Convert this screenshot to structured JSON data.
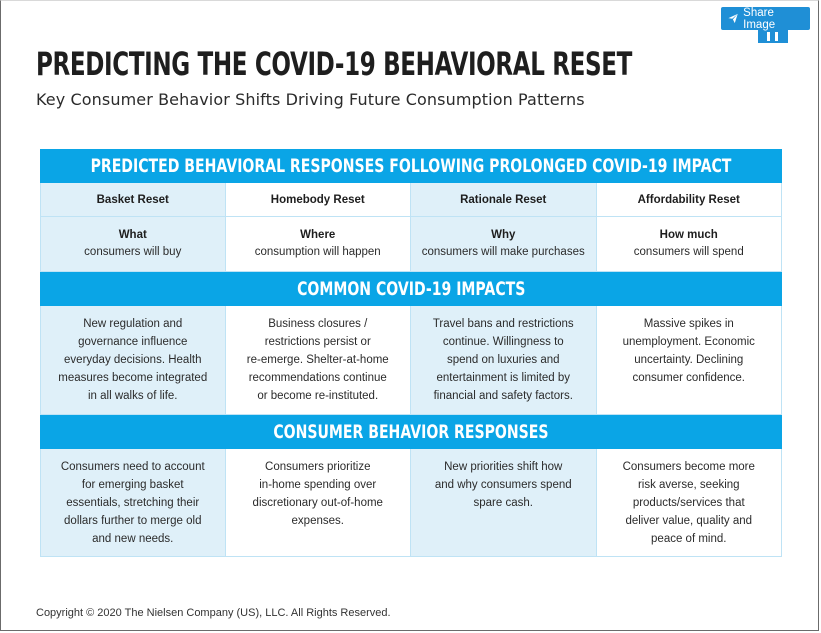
{
  "share_button": {
    "label": "Share Image",
    "icon": "paper-plane-icon"
  },
  "title": "PREDICTING THE COVID-19 BEHAVIORAL RESET",
  "subtitle": "Key Consumer Behavior Shifts Driving Future Consumption Patterns",
  "table": {
    "banner_1": "PREDICTED BEHAVIORAL RESPONSES FOLLOWING PROLONGED COVID-19 IMPACT",
    "columns": [
      {
        "header": "Basket Reset",
        "focus_title": "What",
        "focus_text": "consumers will buy"
      },
      {
        "header": "Homebody Reset",
        "focus_title": "Where",
        "focus_text": "consumption will happen"
      },
      {
        "header": "Rationale Reset",
        "focus_title": "Why",
        "focus_text": "consumers will make purchases"
      },
      {
        "header": "Affordability Reset",
        "focus_title": "How much",
        "focus_text": "consumers will spend"
      }
    ],
    "banner_2": "COMMON COVID-19 IMPACTS",
    "impacts": [
      [
        "New regulation and",
        "governance influence",
        "everyday decisions. Health",
        "measures become integrated",
        "in all walks of life."
      ],
      [
        "Business closures /",
        "restrictions persist or",
        "re-emerge. Shelter-at-home",
        "recommendations continue",
        "or become re-instituted."
      ],
      [
        "Travel bans and restrictions",
        "continue. Willingness to",
        "spend on luxuries and",
        "entertainment is limited by",
        "financial and safety factors."
      ],
      [
        "Massive spikes in",
        "unemployment. Economic",
        "uncertainty. Declining",
        "consumer confidence."
      ]
    ],
    "banner_3": "CONSUMER BEHAVIOR RESPONSES",
    "responses": [
      [
        "Consumers need to account",
        "for emerging basket",
        "essentials, stretching their",
        "dollars further to merge old",
        "and new needs."
      ],
      [
        "Consumers prioritize",
        "in-home spending over",
        "discretionary out-of-home",
        "expenses."
      ],
      [
        "New priorities shift how",
        "and why consumers spend",
        "spare cash."
      ],
      [
        "Consumers become more",
        "risk averse, seeking",
        "products/services that",
        "deliver value, quality and",
        "peace of mind."
      ]
    ]
  },
  "copyright": "Copyright © 2020 The Nielsen Company (US), LLC. All Rights Reserved.",
  "colors": {
    "accent": "#0aa5e6",
    "light_blue": "#dff0f9",
    "button": "#1f8fd6"
  }
}
